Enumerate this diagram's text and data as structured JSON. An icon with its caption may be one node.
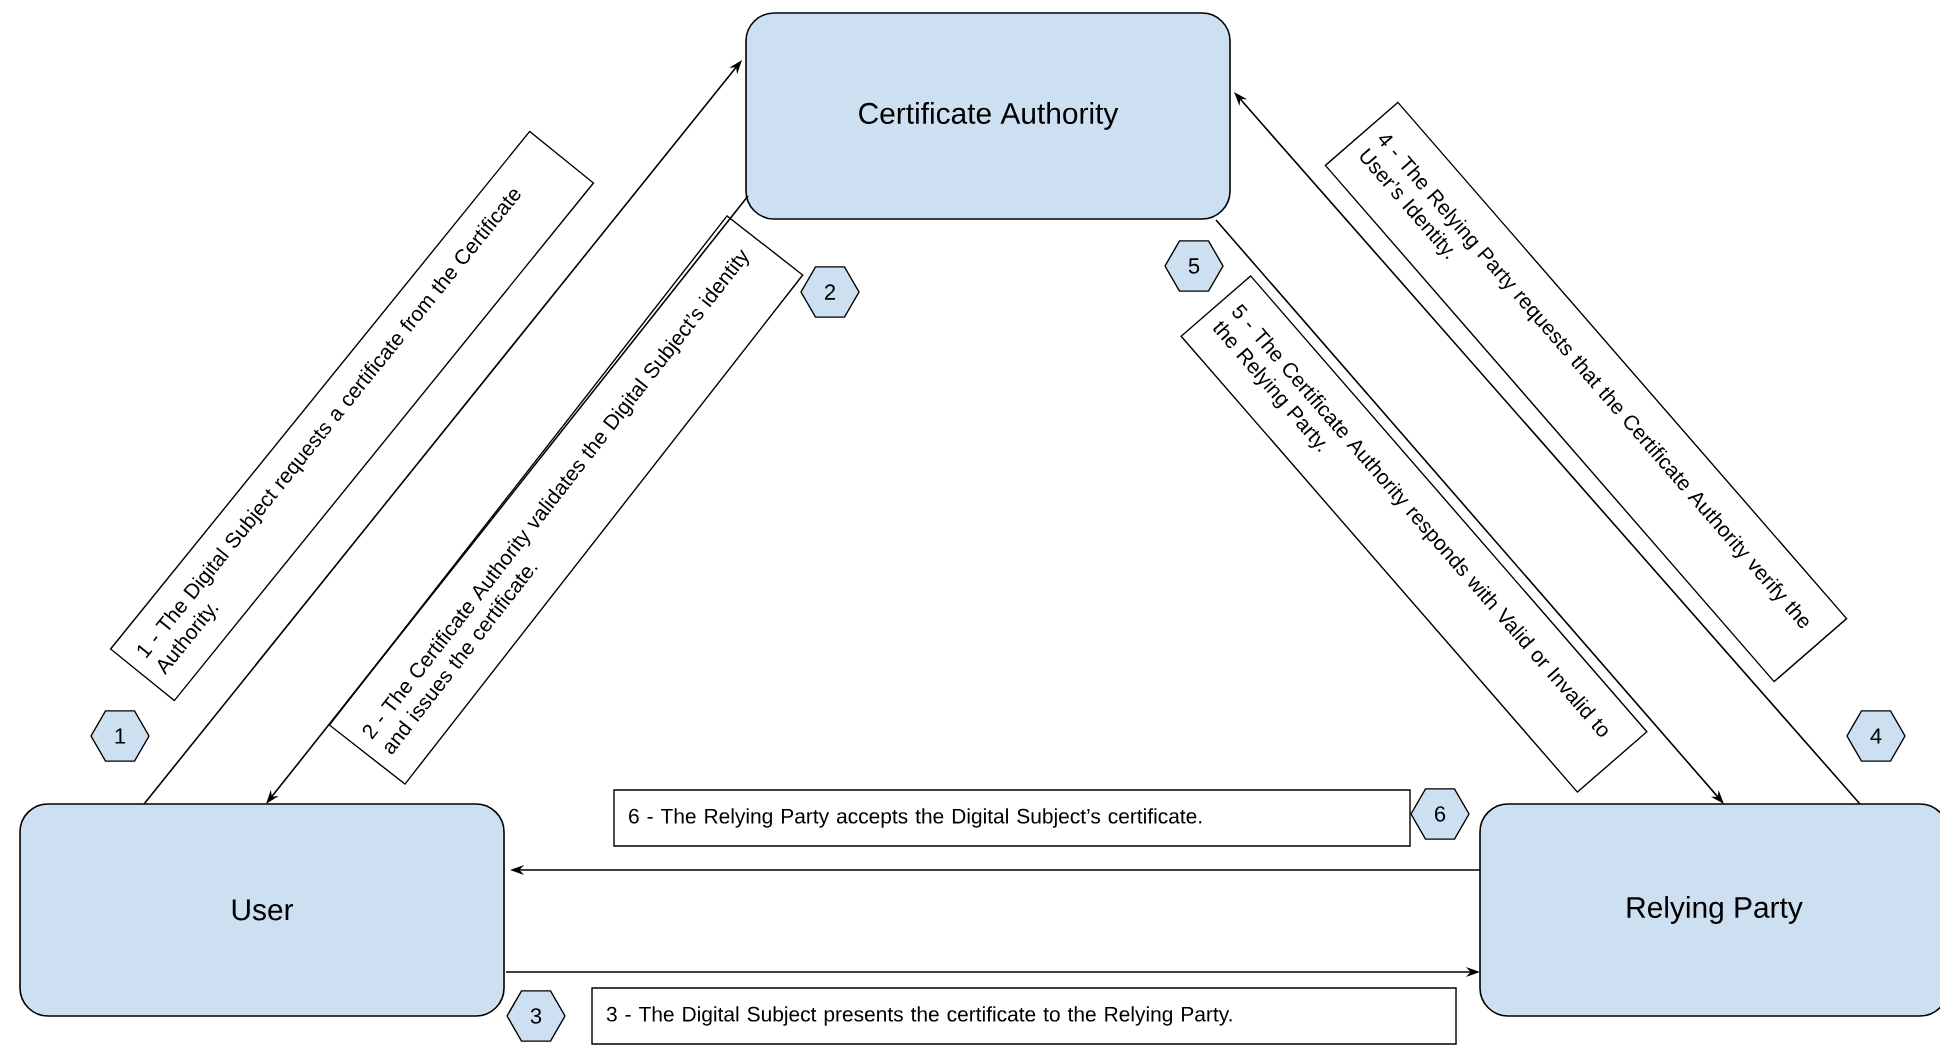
{
  "diagram": {
    "nodes": [
      {
        "text": [
          "Certificate Authority"
        ]
      },
      {
        "text": [
          "User"
        ]
      },
      {
        "text": [
          "Relying Party"
        ]
      },
      {
        "text": [
          "1 - The Digital Subject requests a certificate from the Certificate Authority."
        ]
      },
      {
        "text": [
          "2 - The Certificate Authority validates the Digital Subject’s identity and issues the certificate."
        ]
      },
      {
        "text": [
          "3 - The Digital Subject presents the certificate to the Relying Party."
        ]
      },
      {
        "text": [
          "4 - The Relying Party requests that the Certificate Authority verify the User’s Identity."
        ]
      },
      {
        "text": [
          "5 - The Certificate Authority responds with Valid or Invalid to the Relying Party."
        ]
      },
      {
        "text": [
          "6 - The Relying Party accepts the Digital Subject’s certificate."
        ]
      },
      {
        "text": [
          "1"
        ]
      },
      {
        "text": [
          "2"
        ]
      },
      {
        "text": [
          "3"
        ]
      },
      {
        "text": [
          "4"
        ]
      },
      {
        "text": [
          "5"
        ]
      },
      {
        "text": [
          "6"
        ]
      }
    ],
    "edges": [
      {
        "from": 1,
        "to": 0,
        "arrow": "to"
      },
      {
        "from": 0,
        "to": 1,
        "arrow": "to"
      },
      {
        "from": 1,
        "to": 2,
        "arrow": "to"
      },
      {
        "from": 2,
        "to": 0,
        "arrow": "to"
      },
      {
        "from": 0,
        "to": 2,
        "arrow": "to"
      },
      {
        "from": 2,
        "to": 1,
        "arrow": "to"
      }
    ]
  }
}
